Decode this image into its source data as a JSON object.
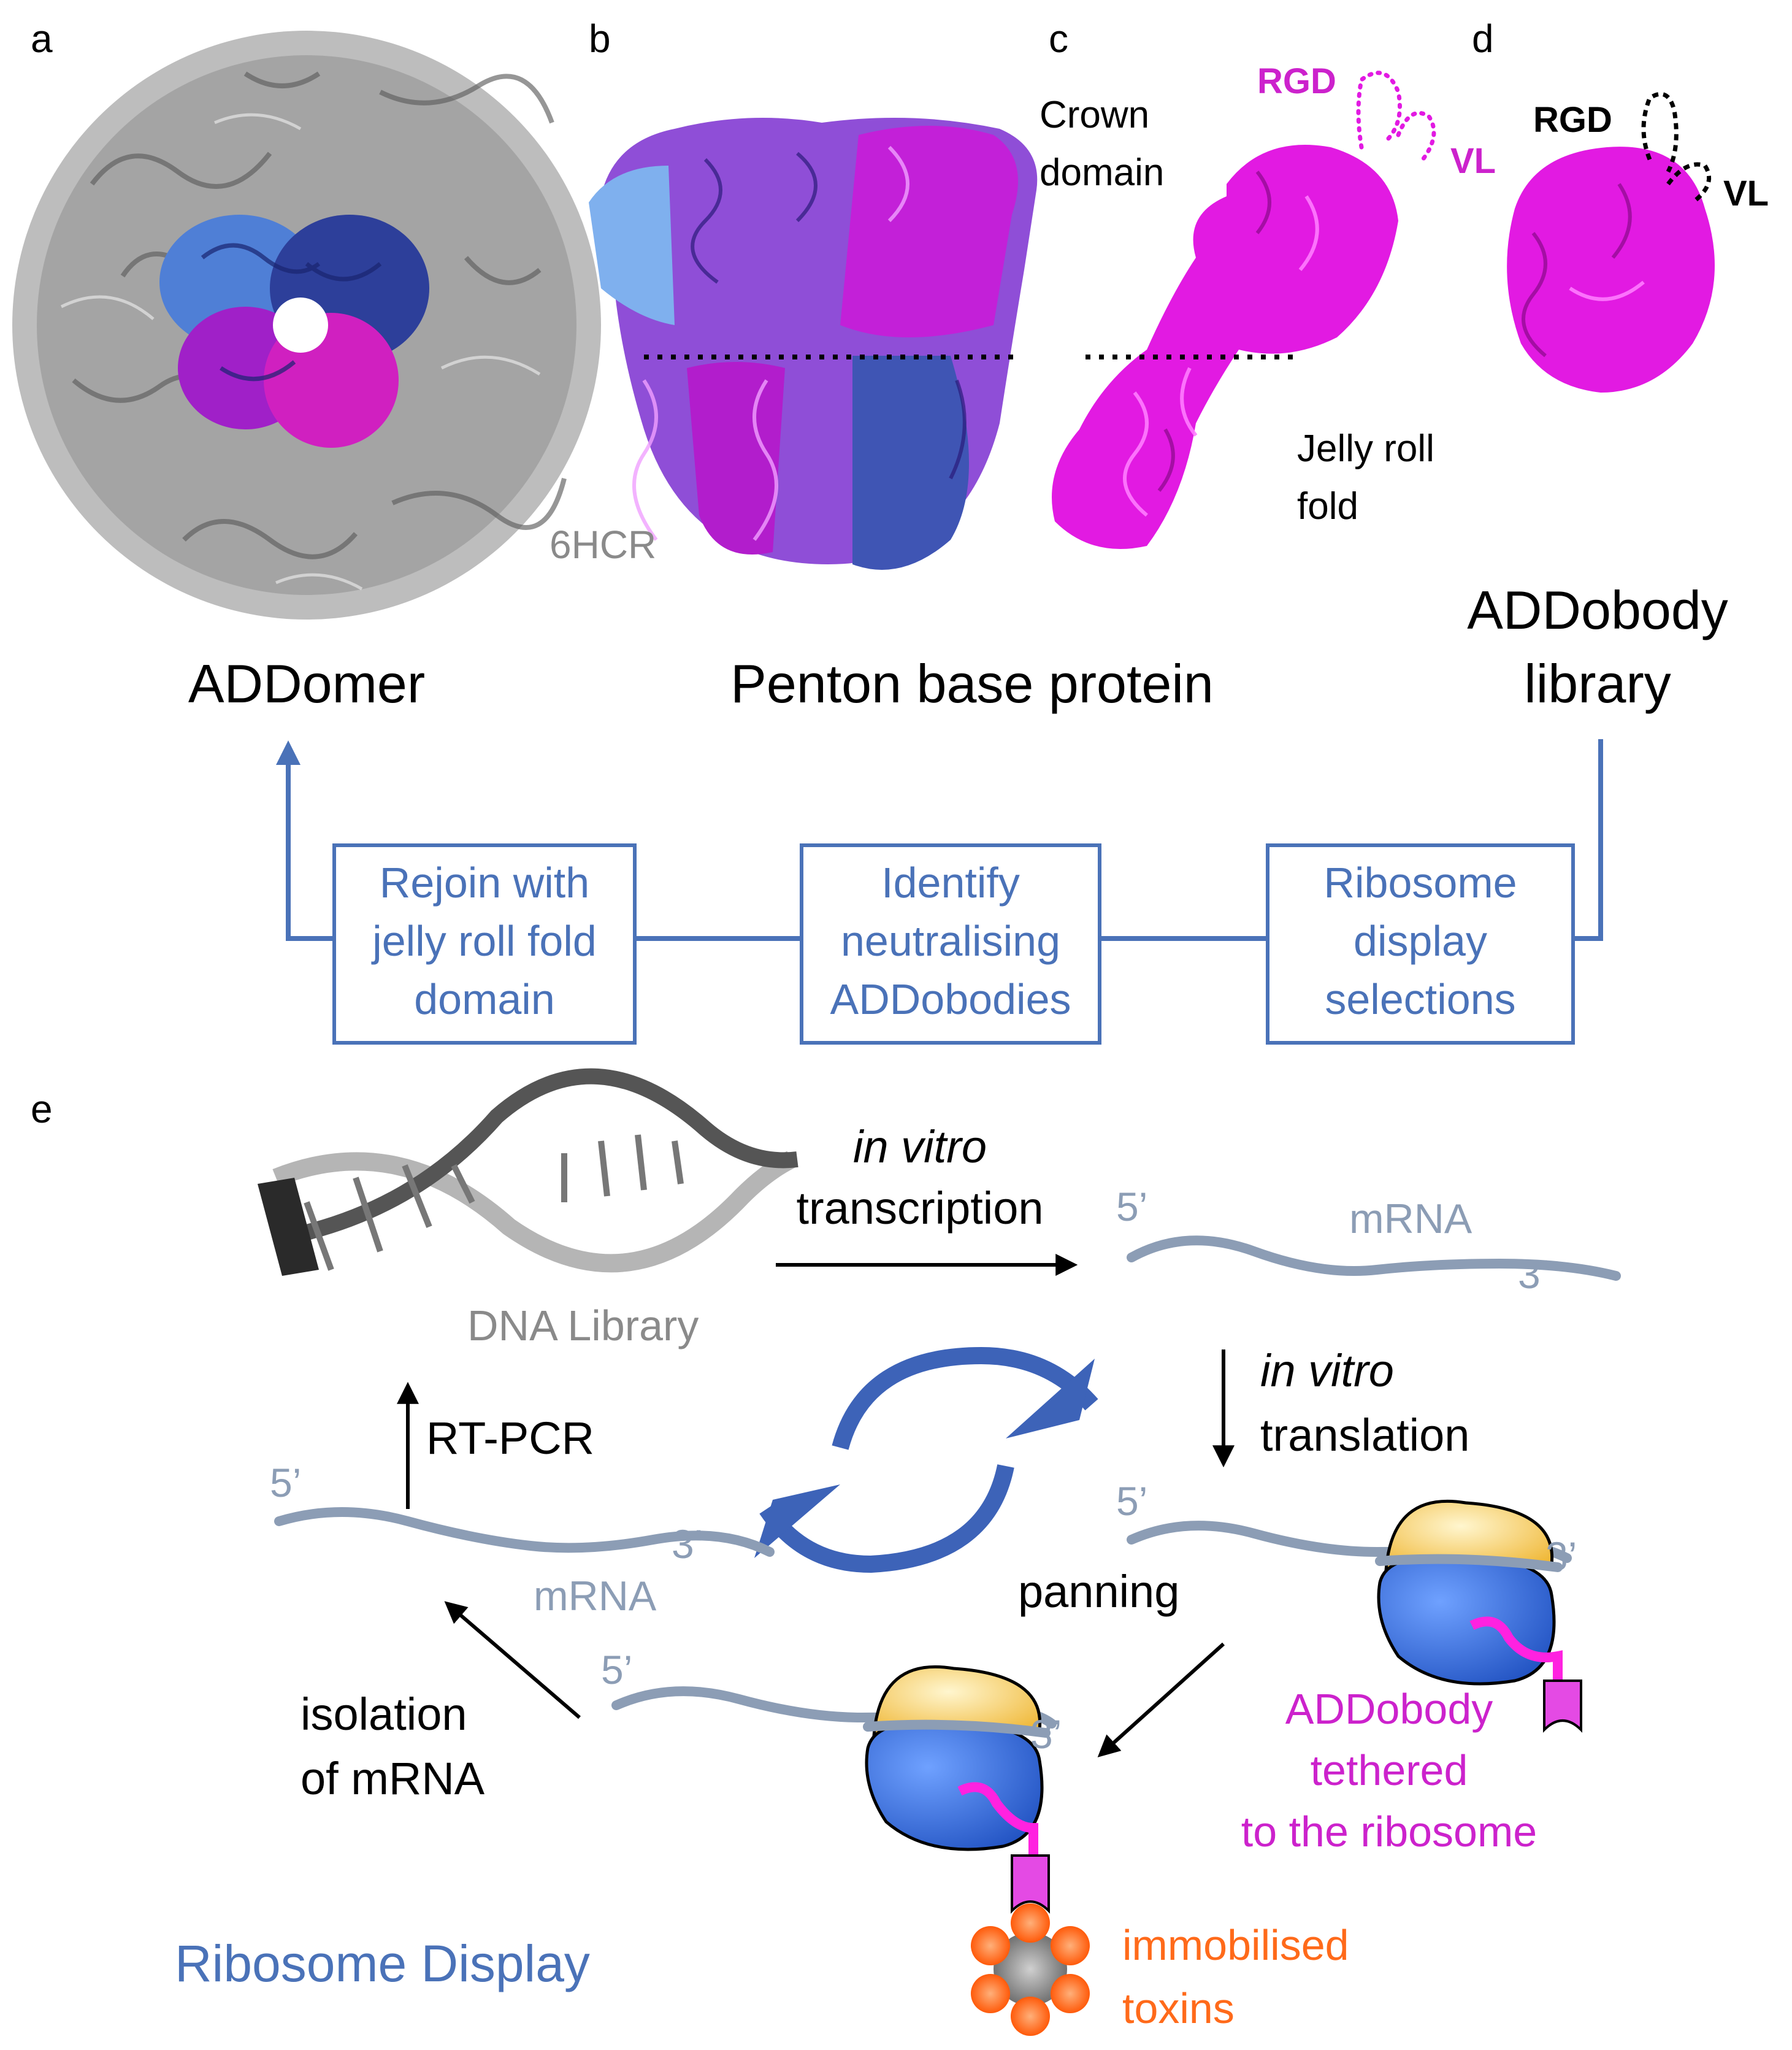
{
  "panels": {
    "a": "a",
    "b": "b",
    "c": "c",
    "d": "d",
    "e": "e"
  },
  "structure": {
    "pdb_code": "6HCR",
    "crown_domain": [
      "Crown",
      "domain"
    ],
    "rgd": "RGD",
    "vl": "VL",
    "jelly_roll": [
      "Jelly roll",
      "fold"
    ]
  },
  "titles": {
    "addomer": "ADDomer",
    "penton": "Penton base protein",
    "addobody_library": [
      "ADDobody",
      "library"
    ]
  },
  "workflow": {
    "boxes": [
      {
        "lines": [
          "Rejoin with",
          "jelly roll fold",
          "domain"
        ]
      },
      {
        "lines": [
          "Identify",
          "neutralising",
          "ADDobodies"
        ]
      },
      {
        "lines": [
          "Ribosome",
          "display",
          "selections"
        ]
      }
    ]
  },
  "ribosome_display": {
    "title": "Ribosome Display",
    "dna_library": "DNA Library",
    "in_vitro": "in vitro",
    "transcription": "transcription",
    "translation": "translation",
    "mrna": "mRNA",
    "five_prime": "5’",
    "three_prime": "3’",
    "rt_pcr": "RT-PCR",
    "panning": "panning",
    "isolation": [
      "isolation",
      "of mRNA"
    ],
    "addobody_tethered": [
      "ADDobody",
      "tethered",
      "to the ribosome"
    ],
    "immobilised_toxins": [
      "immobilised",
      "toxins"
    ]
  },
  "colors": {
    "workflow_blue": "#4a72b8",
    "magenta": "#cc22cc",
    "mrna_grey": "#8c9db5",
    "ribosome_blue": "#2b66d6",
    "ribosome_yellow": "#f2c94c",
    "toxin_orange": "#ff6a1a",
    "label_grey": "#8a8a8a"
  }
}
